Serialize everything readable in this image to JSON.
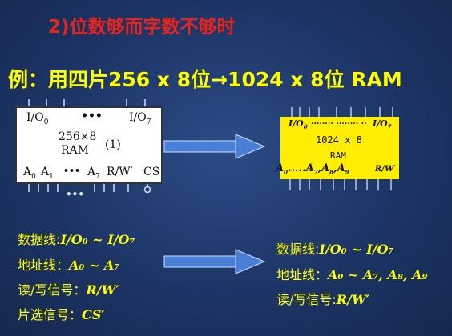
{
  "heading": "2)位数够而字数不够时",
  "example": "例：用四片256 x 8位→1024 x 8位 RAM",
  "chip_left": {
    "io0": "I/O",
    "io0_sub": "0",
    "dots_top": "•••",
    "io7": "I/O",
    "io7_sub": "7",
    "line1": "256×8",
    "line2": "RAM",
    "number": "(1)",
    "a0": "A",
    "a0_sub": "0",
    "a1": "A",
    "a1_sub": "1",
    "dots_mid": "•••",
    "a7": "A",
    "a7_sub": "7",
    "rw": "R/W′",
    "cs": "CS",
    "dots_bottom": "•••"
  },
  "chip_right": {
    "io_left": "I/O",
    "io_left_sub": "0",
    "dots": "........ ........ ..",
    "io_right": "I/O",
    "io_right_sub": "7",
    "line1": "1024 x 8",
    "line2": "RAM",
    "addr": "A",
    "addr_sub0": "0",
    "addr_dots": ".....",
    "addr7": "A",
    "addr7_sub": "7",
    "addr8": "A",
    "addr8_sub": "8",
    "addr9": "A",
    "addr9_sub": "9",
    "rw": "R/W′"
  },
  "left_list": {
    "data_label": "数据线:",
    "data_value": "I/O₀ ~ I/O₇",
    "addr_label": "地址线：",
    "addr_value": "A₀ ~ A₇",
    "rw_label": "读/写信号：",
    "rw_value": "R/W′",
    "cs_label": "片选信号：",
    "cs_value": "CS′"
  },
  "right_list": {
    "data_label": "数据线:",
    "data_value": "I/O₀ ~ I/O₇",
    "addr_label": "地址线：",
    "addr_value": "A₀ ~ A₇, A₈, A₉",
    "rw_label": "读/写信号:",
    "rw_value": "R/W′"
  },
  "colors": {
    "heading": "#e8241f",
    "yellow": "#ffff00",
    "arrow": "#4a7fd8"
  }
}
